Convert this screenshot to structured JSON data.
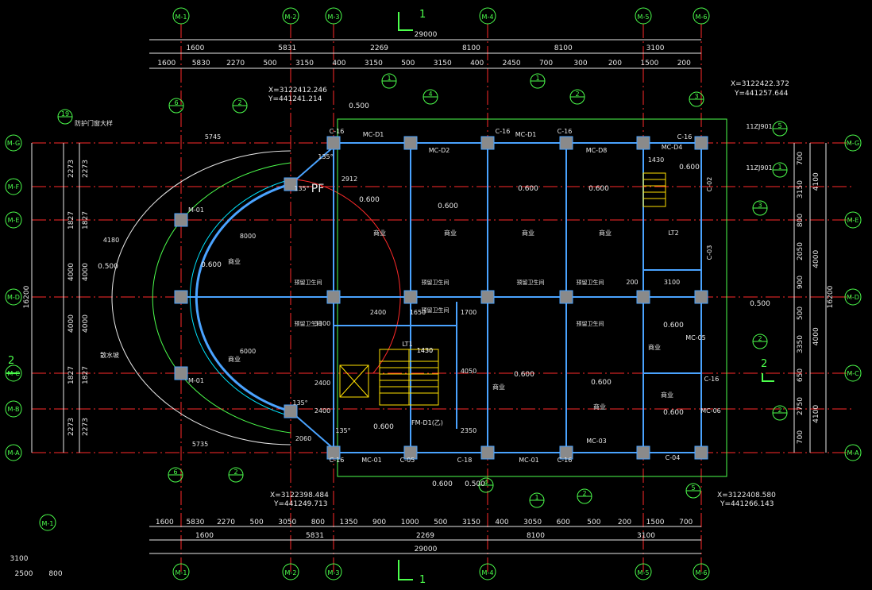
{
  "colors": {
    "background": "#000000",
    "grid_axis": "#ff2a2a",
    "wall": "#4aa3ff",
    "dim": "#e8e8e8",
    "annot": "#4cff4c",
    "column": "#8a8a8a",
    "stair": "#ffe000",
    "elevator": "#ffe000",
    "line_cyan": "#00e5ff"
  },
  "axes_top": [
    "M-1",
    "M-2",
    "M-3",
    "M-4",
    "M-5",
    "M-6"
  ],
  "axes_left": [
    "M-G",
    "M-F",
    "M-E",
    "M-D",
    "M-C",
    "M-B",
    "M-A"
  ],
  "axes_right": [
    "M-G",
    "M-E",
    "M-D",
    "M-C",
    "M-A"
  ],
  "extra_axes": [
    "M-1"
  ],
  "section_mark": "1",
  "section_mark_side": "2",
  "dims_top_total": "29000",
  "dims_top_row1": [
    "1600",
    "5831",
    "2269",
    "8100",
    "8100",
    "3100"
  ],
  "dims_top_row2": [
    "1600",
    "5830",
    "2270",
    "500",
    "3150",
    "400",
    "3150",
    "500",
    "3150",
    "400",
    "2450",
    "700",
    "300",
    "200",
    "1500",
    "200"
  ],
  "dims_bottom_row1": [
    "1600",
    "5830",
    "2270",
    "500",
    "3050",
    "800",
    "1350",
    "900",
    "1000",
    "500",
    "3150",
    "400",
    "3050",
    "600",
    "500",
    "200",
    "1500",
    "700"
  ],
  "dims_bottom_row2": [
    "1600",
    "5831",
    "2269",
    "8100",
    "3100"
  ],
  "dims_bottom_total": "29000",
  "dims_left_outer": [
    "2273",
    "1827",
    "4000",
    "4000",
    "1827",
    "2273"
  ],
  "dims_left_inner": [
    "2273",
    "1827",
    "4000",
    "4000",
    "1827",
    "2273"
  ],
  "dims_left_total": "16200",
  "dims_right_outer": [
    "700",
    "3150",
    "800",
    "2050",
    "900",
    "500",
    "3350",
    "650",
    "2750",
    "700"
  ],
  "dims_right_inner": [
    "4100",
    "4000",
    "4000",
    "4100"
  ],
  "dims_right_total": "16200",
  "bottom_left_dims": [
    "3100",
    "2500",
    "800"
  ],
  "coords": [
    {
      "x": "X=3122412.246",
      "y": "Y=441241.214"
    },
    {
      "x": "X=3122422.372",
      "y": "Y=441257.644"
    },
    {
      "x": "X=3122398.484",
      "y": "Y=441249.713"
    },
    {
      "x": "X=3122408.580",
      "y": "Y=441266.143"
    }
  ],
  "room_labels": [
    "商业",
    "商业",
    "商业",
    "商业",
    "LT2",
    "商业",
    "商业",
    "商业",
    "商业",
    "商业",
    "商业"
  ],
  "toilet_labels": [
    "预留卫生间",
    "预留卫生间",
    "预留卫生间",
    "预留卫生间",
    "预留卫生间",
    "预留卫生间",
    "预留卫生间"
  ],
  "door_labels": [
    "MC-D1",
    "MC-D2",
    "MC-D1",
    "MC-D8",
    "MC-D4",
    "MC-01",
    "MC-01",
    "MC-03",
    "M-01",
    "M-01",
    "LT1",
    "FM-D1(乙)",
    "MC-05",
    "MC-06"
  ],
  "window_labels": [
    "C-16",
    "C-16",
    "C-16",
    "C-16",
    "C-05",
    "C-18",
    "C-16",
    "C-04",
    "C-16",
    "C-16",
    "C-02",
    "C-03"
  ],
  "elevations": [
    "0.500",
    "0.600",
    "0.600",
    "0.600",
    "0.600",
    "0.600",
    "0.600",
    "0.500",
    "0.600",
    "0.600",
    "0.600",
    "0.600",
    "0.600",
    "0.600",
    "0.500",
    "0.500"
  ],
  "notes": [
    "11ZJ901",
    "11ZJ901",
    "防护门窗大样",
    "散水坡",
    "PF",
    "1430",
    "1430",
    "200",
    "3100",
    "2400",
    "1650",
    "1700",
    "2912",
    "8000",
    "6000",
    "3300",
    "4050",
    "2350",
    "2400",
    "2400",
    "2060",
    "5745",
    "5735",
    "4180",
    "1430",
    "135°",
    "135°",
    "135°",
    "135°"
  ],
  "detail_refs": [
    "19",
    "6",
    "2",
    "1",
    "4",
    "1",
    "2",
    "3",
    "5",
    "1",
    "3",
    "2",
    "2",
    "2",
    "6",
    "4",
    "1",
    "2",
    "5"
  ]
}
